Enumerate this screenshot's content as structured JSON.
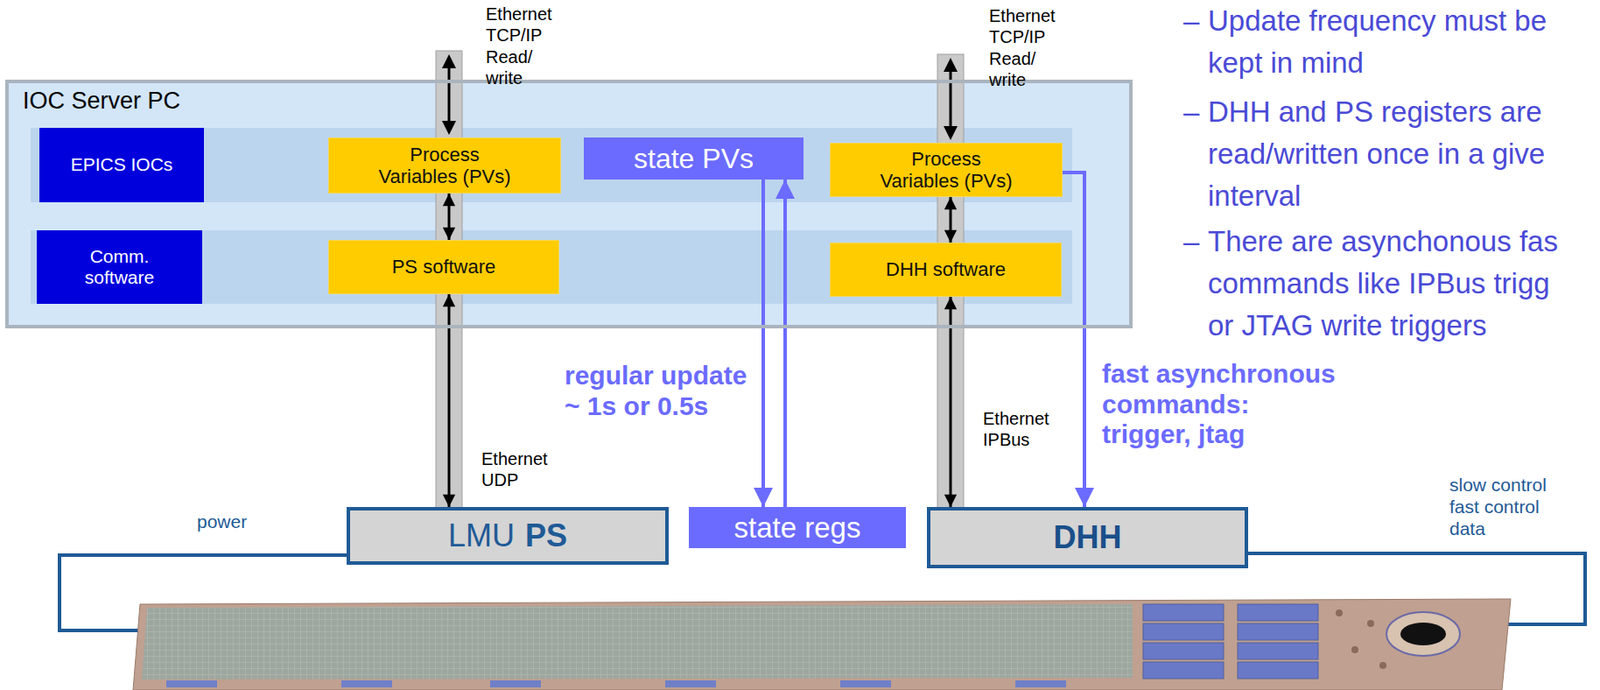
{
  "diagram": {
    "nodes": [
      {
        "text": [
          "IOC Server PC"
        ]
      },
      {
        "text": [
          "EPICS IOCs"
        ],
        "in": 0
      },
      {
        "text": [
          "Process Variables (PVs)"
        ],
        "in": 0
      },
      {
        "text": [
          "state PVs"
        ],
        "in": 0
      },
      {
        "text": [
          "Process Variables (PVs)"
        ],
        "in": 0
      },
      {
        "text": [
          "Comm. software"
        ],
        "in": 0
      },
      {
        "text": [
          "PS software"
        ],
        "in": 0
      },
      {
        "text": [
          "DHH software"
        ],
        "in": 0
      },
      {
        "text": [
          "LMU",
          "PS"
        ]
      },
      {
        "text": [
          "state regs"
        ]
      },
      {
        "text": [
          "DHH"
        ]
      }
    ],
    "edges": [
      {
        "from": 2,
        "to": 6,
        "arrow": "both"
      },
      {
        "from": 6,
        "to": 8,
        "arrow": "both",
        "label": "Ethernet UDP"
      },
      {
        "from": 3,
        "to": 9,
        "arrow": "to"
      },
      {
        "from": 9,
        "to": 3,
        "arrow": "to",
        "label": "regular update ~ 1s or 0.5s"
      },
      {
        "from": 4,
        "to": 7,
        "arrow": "both"
      },
      {
        "from": 7,
        "to": 10,
        "arrow": "both",
        "label": "Ethernet IPBus"
      },
      {
        "from": 4,
        "to": 10,
        "arrow": "to",
        "label": "fast asynchronous commands: trigger, jtag"
      }
    ],
    "labels": [
      "Ethernet TCP/IP Read/ write",
      "Ethernet TCP/IP Read/ write",
      "power",
      "slow control fast control data",
      "–",
      "Update frequency must be kept in mind",
      "–",
      "DHH and PS registers are read/written once in a give interval",
      "–",
      "There are asynchonous fas commands like IPBus trigg or JTAG write triggers"
    ]
  }
}
